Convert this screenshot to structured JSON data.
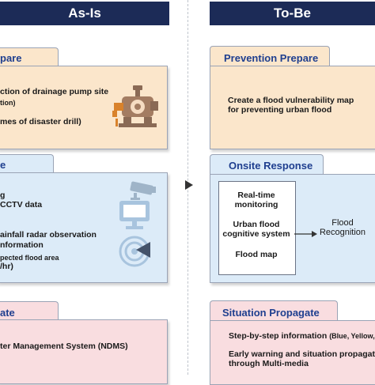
{
  "headers": {
    "left": "As-Is",
    "right": "To-Be"
  },
  "as_is": {
    "prepare": {
      "title": "pare",
      "line1": "ction of drainage pump site",
      "line2": "tion)",
      "line3": "mes of disaster drill)"
    },
    "response": {
      "title": "e",
      "line1": "g",
      "line2": "CCTV data",
      "line3": "ainfall radar observation",
      "line4": "nformation",
      "line5": "pected flood area",
      "line6": "/hr)"
    },
    "propagate": {
      "title": "ate",
      "line1": "ter Management System (NDMS)"
    }
  },
  "to_be": {
    "prepare": {
      "title": "Prevention Prepare",
      "line1": "Create a flood vulnerability map",
      "line2": "for preventing urban flood"
    },
    "response": {
      "title": "Onsite Response",
      "item1a": "Real-time",
      "item1b": "monitoring",
      "item2a": "Urban flood",
      "item2b": "cognitive system",
      "item3": "Flood map",
      "result_a": "Flood",
      "result_b": "Recognition"
    },
    "propagate": {
      "title": "Situation Propagate",
      "line1": "Step-by-step information",
      "line1_colors": "(Blue, Yellow, Oran",
      "line2": "Early warning and situation propagation",
      "line3": "through Multi-media"
    }
  },
  "icons": [
    "pump-icon",
    "cctv-camera-icon",
    "monitor-icon",
    "radar-icon",
    "arrow-right-icon"
  ],
  "colors": {
    "header": "#1c2b57",
    "title": "#1f3f8f",
    "prepare_bg": "#fbe6cb",
    "response_bg": "#dcebf8",
    "propagate_bg": "#f9dde0"
  }
}
